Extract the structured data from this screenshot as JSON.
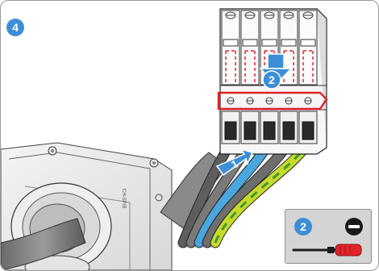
{
  "figure": {
    "main_step": "4",
    "sub_steps": [
      {
        "label": "1",
        "meaning": "insert-cable"
      },
      {
        "label": "2",
        "meaning": "push-down-clamp"
      }
    ],
    "device_label": "CH-SPIB",
    "tool": {
      "step": "2",
      "icon_names": [
        "slotted-screw-head-icon",
        "screwdriver-icon"
      ]
    },
    "terminal_count": 5,
    "wire_colors": [
      "#5e5e5e",
      "#7a7a7a",
      "#4aa6dd",
      "#6e6e6e",
      "#c7d92a"
    ],
    "accent_colors": {
      "highlight": "#e0252b",
      "arrow": "#3c8fd6",
      "badge": "#3c8fd6"
    }
  }
}
